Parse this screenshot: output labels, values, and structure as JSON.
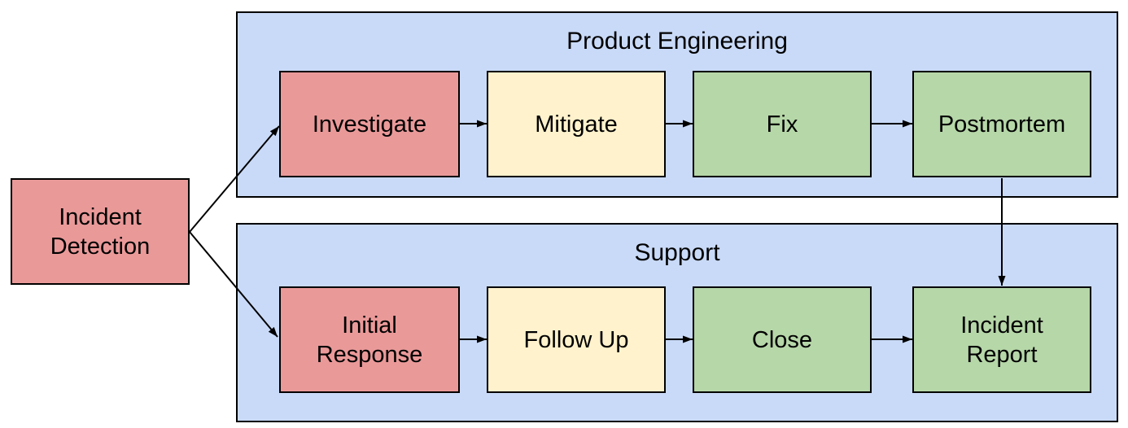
{
  "diagram": {
    "type": "swimlane-flowchart",
    "canvas_background": "#FFFFFF",
    "connector_color": "#000000",
    "node_border_color": "#000000",
    "start_node": {
      "id": "incident-detection",
      "label": "Incident\nDetection",
      "color": "#EA9999"
    },
    "lanes": [
      {
        "title": "Product Engineering",
        "color": "#C9DAF8",
        "nodes": [
          {
            "id": "investigate",
            "label": "Investigate",
            "color": "#EA9999"
          },
          {
            "id": "mitigate",
            "label": "Mitigate",
            "color": "#FFF2CC"
          },
          {
            "id": "fix",
            "label": "Fix",
            "color": "#B6D7A8"
          },
          {
            "id": "postmortem",
            "label": "Postmortem",
            "color": "#B6D7A8"
          }
        ]
      },
      {
        "title": "Support",
        "color": "#C9DAF8",
        "nodes": [
          {
            "id": "initial-response",
            "label": "Initial\nResponse",
            "color": "#EA9999"
          },
          {
            "id": "follow-up",
            "label": "Follow Up",
            "color": "#FFF2CC"
          },
          {
            "id": "close",
            "label": "Close",
            "color": "#B6D7A8"
          },
          {
            "id": "incident-report",
            "label": "Incident\nReport",
            "color": "#B6D7A8"
          }
        ]
      }
    ],
    "edges": [
      {
        "from": "incident-detection",
        "to": "investigate"
      },
      {
        "from": "incident-detection",
        "to": "initial-response"
      },
      {
        "from": "investigate",
        "to": "mitigate"
      },
      {
        "from": "mitigate",
        "to": "fix"
      },
      {
        "from": "fix",
        "to": "postmortem"
      },
      {
        "from": "postmortem",
        "to": "incident-report"
      },
      {
        "from": "initial-response",
        "to": "follow-up"
      },
      {
        "from": "follow-up",
        "to": "close"
      },
      {
        "from": "close",
        "to": "incident-report"
      }
    ]
  }
}
